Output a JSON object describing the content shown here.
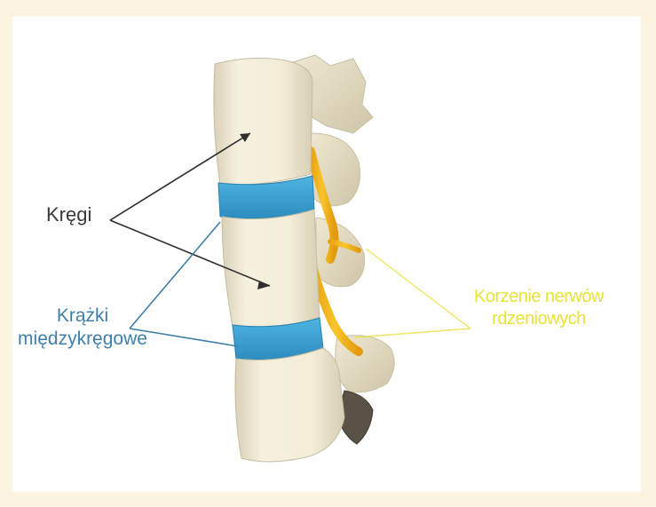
{
  "labels": {
    "vertebrae": "Kręgi",
    "discs_line1": "Krążki",
    "discs_line2": "międzykręgowe",
    "nerves_line1": "Korzenie nerwów",
    "nerves_line2": "rdzeniowych"
  },
  "colors": {
    "background_border": "#fbf3df",
    "bone": "#f3edd8",
    "disc": "#3a9fcf",
    "nerve": "#f3b21b",
    "vertebrae_text": "#3a3a3a",
    "disc_text": "#3f7fa8",
    "nerve_text": "#e8e23a"
  }
}
